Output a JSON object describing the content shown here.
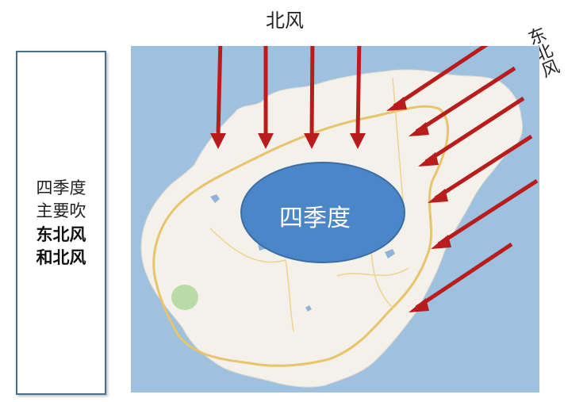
{
  "left_box": {
    "lines": [
      "四季度",
      "主要吹",
      "东北风",
      "和北风"
    ]
  },
  "labels": {
    "north_wind": "北风",
    "northeast_wind": "东北风"
  },
  "center_ellipse": {
    "label": "四季度",
    "fill": "#4a86c8",
    "stroke": "#3a6ea5"
  },
  "map": {
    "ocean_color": "#9fc1e0",
    "land_color": "#f4f1ea",
    "road_color": "#e8c46a",
    "arrow_color": "#b91c1c",
    "north_arrows": 4,
    "northeast_arrows": 6
  }
}
